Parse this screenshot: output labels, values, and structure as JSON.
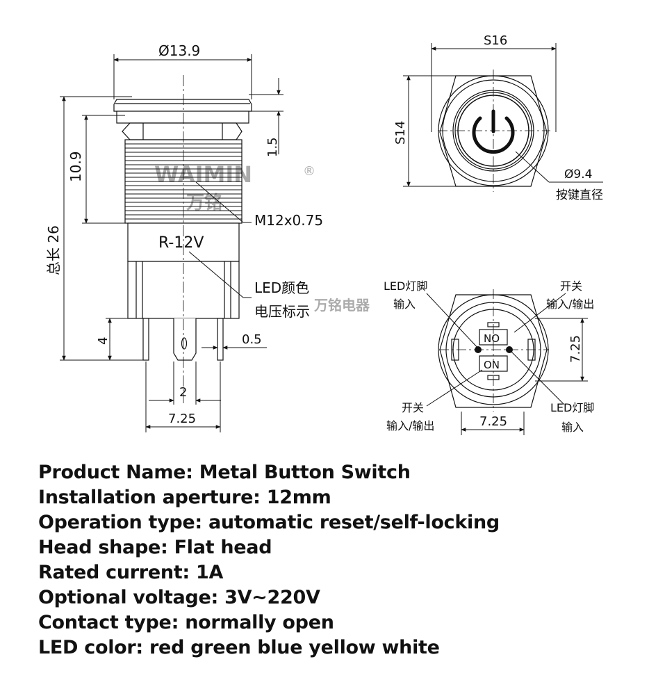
{
  "side_view": {
    "dia_head": "Ø13.9",
    "height_thread": "10.9",
    "height_nut": "1.5",
    "total_length": "总长 26",
    "thread_label": "M12x0.75",
    "model_mark": "R-12V",
    "led_voltage_label_1": "LED颜色",
    "led_voltage_label_2": "电压标示",
    "pin_length": "4",
    "pin_thickness": "0.5",
    "pin_spacing": "2",
    "pin_span": "7.25",
    "watermark_brand": "WAIMIN",
    "watermark_reg": "®",
    "watermark_cn": "万铭"
  },
  "top_view": {
    "width": "S16",
    "height": "S14",
    "button_dia": "Ø9.4",
    "button_dia_label": "按键直径"
  },
  "bottom_view": {
    "led_pin_top_1": "LED灯脚",
    "led_pin_top_2": "输入",
    "switch_top_1": "开关",
    "switch_top_2": "输入/输出",
    "switch_bottom_1": "开关",
    "switch_bottom_2": "输入/输出",
    "led_pin_bottom_1": "LED灯脚",
    "led_pin_bottom_2": "输入",
    "no_mark": "NO",
    "on_mark": "ON",
    "span_horizontal": "7.25",
    "span_vertical": "7.25",
    "watermark_cn": "万铭电器"
  },
  "specs": [
    {
      "label": "Product Name:",
      "value": "Metal Button Switch"
    },
    {
      "label": "Installation aperture:",
      "value": "12mm"
    },
    {
      "label": "Operation type:",
      "value": "automatic reset/self-locking"
    },
    {
      "label": "Head shape:",
      "value": "Flat head"
    },
    {
      "label": "Rated current:",
      "value": "1A"
    },
    {
      "label": "Optional voltage:",
      "value": "3V~220V"
    },
    {
      "label": "Contact type:",
      "value": "normally open"
    },
    {
      "label": "LED color:",
      "value": "red green blue yellow white"
    }
  ]
}
